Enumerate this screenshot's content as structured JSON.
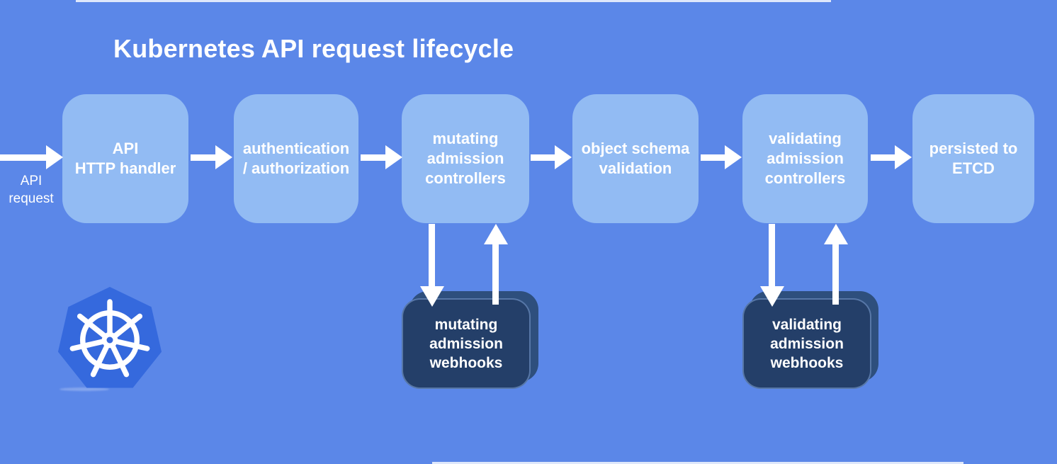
{
  "title": "Kubernetes API request lifecycle",
  "entry": {
    "lines": [
      "API",
      "request"
    ]
  },
  "pipeline": [
    {
      "lines": [
        "API",
        "HTTP handler"
      ]
    },
    {
      "lines": [
        "authentication",
        "/ authorization"
      ]
    },
    {
      "lines": [
        "mutating",
        "admission",
        "controllers"
      ]
    },
    {
      "lines": [
        "object schema",
        "validation"
      ]
    },
    {
      "lines": [
        "validating",
        "admission",
        "controllers"
      ]
    },
    {
      "lines": [
        "persisted to",
        "ETCD"
      ]
    }
  ],
  "webhooks": [
    {
      "lines": [
        "mutating",
        "admission",
        "webhooks"
      ]
    },
    {
      "lines": [
        "validating",
        "admission",
        "webhooks"
      ]
    }
  ],
  "icons": {
    "logo": "kubernetes-helm-wheel"
  },
  "colors": {
    "background": "#5b87e8",
    "stage_box": "#92bbf3",
    "webhook_box": "#243f69",
    "webhook_box_back": "#2e4f7d",
    "kubernetes_blue": "#3569dd",
    "text": "#ffffff"
  }
}
